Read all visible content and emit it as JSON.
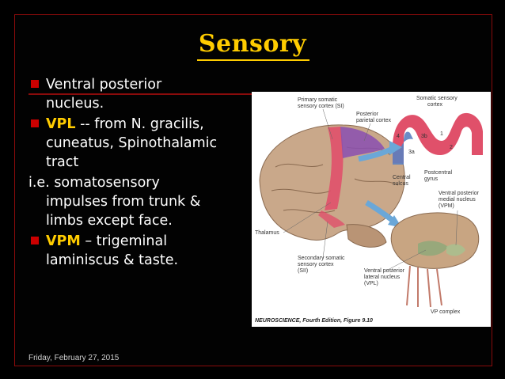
{
  "slide": {
    "title": "Sensory",
    "bullets": [
      {
        "lines": [
          "Ventral posterior",
          "nucleus."
        ]
      },
      {
        "label": "VPL",
        "rest": " -- from N. gracilis,",
        "lines": [
          "cuneatus, Spinothalamic",
          "tract"
        ]
      }
    ],
    "plain": {
      "first": "i.e. somatosensory",
      "lines": [
        "impulses from trunk &",
        "limbs except face."
      ]
    },
    "bullet3": {
      "label": "VPM",
      "rest": " – trigeminal",
      "lines": [
        "laminiscus & taste."
      ]
    },
    "footer": "Friday, February 27, 2015"
  },
  "figure": {
    "labels": {
      "primary_somatic": [
        "Primary somatic",
        "sensory cortex (SI)"
      ],
      "posterior_parietal": [
        "Posterior",
        "parietal cortex"
      ],
      "somatic_sensory": [
        "Somatic sensory",
        "cortex"
      ],
      "central_sulcus": [
        "Central",
        "sulcus"
      ],
      "postcentral_gyrus": [
        "Postcentral",
        "gyrus"
      ],
      "vpm": [
        "Ventral posterior",
        "medial nucleus",
        "(VPM)"
      ],
      "thalamus": "Thalamus",
      "secondary_somatic": [
        "Secondary somatic",
        "sensory cortex",
        "(SII)"
      ],
      "vpl": [
        "Ventral posterior",
        "lateral nucleus",
        "(VPL)"
      ],
      "vp_complex": "VP complex",
      "caption": "NEUROSCIENCE, Fourth Edition, Figure 9.10",
      "area_numbers": [
        "3a",
        "3b",
        "1",
        "2",
        "4"
      ]
    },
    "colors": {
      "red_region": "#e0506a",
      "purple_region": "#8a4fb0",
      "blue_gyrus": "#5b7fc0",
      "arrow": "#6aa7d8"
    }
  }
}
